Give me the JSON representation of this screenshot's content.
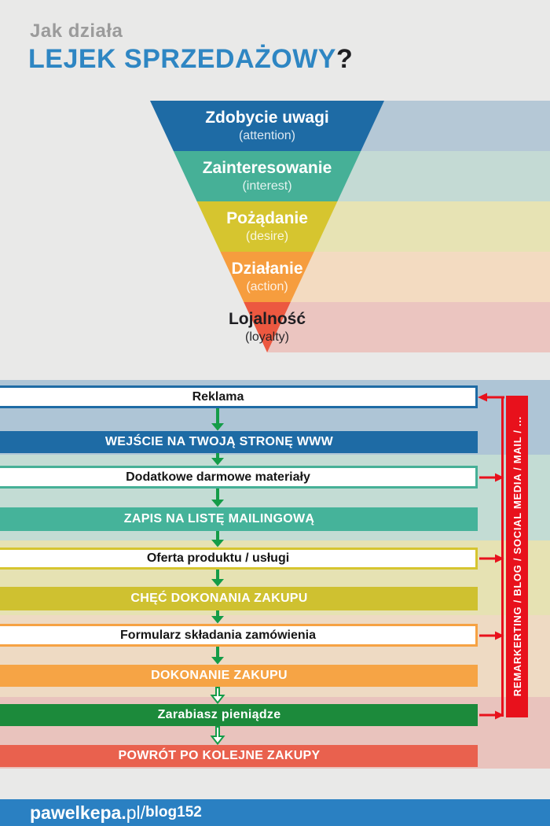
{
  "header": {
    "kicker": "Jak działa",
    "title": "LEJEK SPRZEDAŻOWY",
    "question_mark": "?"
  },
  "colors": {
    "canvas": "#e9e9e8",
    "kicker": "#9b9b9b",
    "title": "#2e86c3",
    "question": "#1e1e21",
    "green_arrow": "#149c48",
    "red": "#e8111c",
    "footer_bg": "#2a80c2"
  },
  "funnel": {
    "stages": [
      {
        "label": "Zdobycie uwagi",
        "sublabel": "(attention)",
        "color": "#1e6ba5",
        "muted": "#b5c8d6"
      },
      {
        "label": "Zainteresowanie",
        "sublabel": "(interest)",
        "color": "#46b097",
        "muted": "#c4dad4"
      },
      {
        "label": "Pożądanie",
        "sublabel": "(desire)",
        "color": "#d6c52f",
        "muted": "#e7e3b4"
      },
      {
        "label": "Działanie",
        "sublabel": "(action)",
        "color": "#f69d3e",
        "muted": "#f3dbc1"
      },
      {
        "label": "Lojalność",
        "sublabel": "(loyalty)",
        "color": "#ec5840",
        "muted": "#ebc5c0"
      }
    ]
  },
  "flow": {
    "stripes": [
      "#aec5d6",
      "#c3dcd4",
      "#e6e2b3",
      "#eedac3",
      "#e9c3bd"
    ],
    "bars": [
      {
        "label": "Reklama",
        "variant": "outline",
        "color": "#1e6ba5"
      },
      {
        "label": "WEJŚCIE NA TWOJĄ STRONĘ WWW",
        "variant": "solid",
        "color": "#1e6ba5"
      },
      {
        "label": "Dodatkowe darmowe materiały",
        "variant": "outline",
        "color": "#46b097"
      },
      {
        "label": "ZAPIS NA LISTĘ MAILINGOWĄ",
        "variant": "solid",
        "color": "#45b39a"
      },
      {
        "label": "Oferta produktu / usługi",
        "variant": "outline",
        "color": "#d6c52f"
      },
      {
        "label": "CHĘĆ DOKONANIA ZAKUPU",
        "variant": "solid",
        "color": "#cfc130"
      },
      {
        "label": "Formularz składania zamówienia",
        "variant": "outline",
        "color": "#f6a243"
      },
      {
        "label": "DOKONANIE ZAKUPU",
        "variant": "solid",
        "color": "#f6a445"
      },
      {
        "label": "Zarabiasz pieniądze",
        "variant": "solid",
        "color": "#1c8a3b"
      },
      {
        "label": "POWRÓT PO KOLEJNE ZAKUPY",
        "variant": "solid",
        "color": "#e9614e"
      }
    ]
  },
  "sidebar": {
    "label": "REMARKERTING / BLOG / SOCIAL MEDIA / MAIL / ..."
  },
  "footer": {
    "brand": "pawelkepa.",
    "domain": "pl",
    "slash": "/",
    "ref": "blog152"
  }
}
